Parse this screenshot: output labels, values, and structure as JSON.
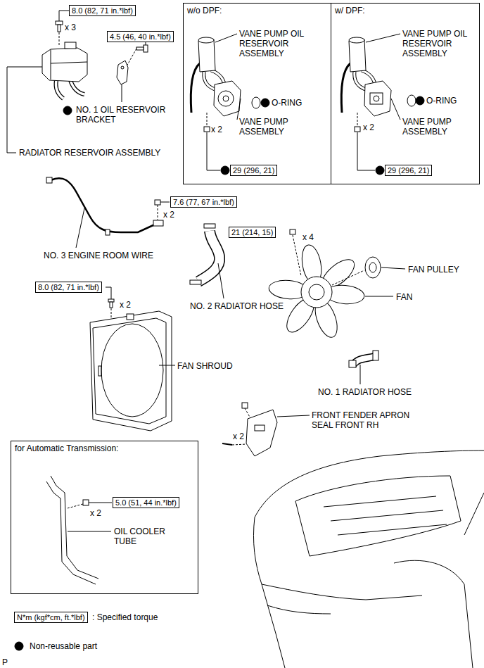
{
  "diagram": {
    "nodes": [
      {
        "text": [
          "8.0 (82, 71 in.*lbf)"
        ]
      },
      {
        "text": [
          "4.5 (46, 40 in.*lbf)"
        ]
      },
      {
        "text": [
          "w/o DPF:"
        ]
      },
      {
        "text": [
          "29 (296, 21)"
        ],
        "in": 2
      },
      {
        "text": [
          "w/ DPF:"
        ]
      },
      {
        "text": [
          "29 (296, 21)"
        ],
        "in": 4
      },
      {
        "text": [
          "7.6 (77, 67 in.*lbf)"
        ]
      },
      {
        "text": [
          "21 (214, 15)"
        ]
      },
      {
        "text": [
          "8.0 (82, 71 in.*lbf)"
        ]
      },
      {
        "text": [
          "for Automatic Transmission:"
        ]
      },
      {
        "text": [
          "5.0 (51, 44 in.*lbf)"
        ],
        "in": 9
      },
      {
        "text": [
          "N*m (kgf*cm, ft.*lbf)"
        ]
      }
    ],
    "labels": [
      "x 3",
      "NO. 1 OIL RESERVOIR BRACKET",
      "RADIATOR RESERVOIR ASSEMBLY",
      "VANE PUMP OIL RESERVOIR ASSEMBLY",
      "O-RING",
      "VANE PUMP ASSEMBLY",
      "x 2",
      "VANE PUMP OIL RESERVOIR ASSEMBLY",
      "O-RING",
      "VANE PUMP ASSEMBLY",
      "x 2",
      "x 2",
      "NO. 3 ENGINE ROOM WIRE",
      "x 4",
      "FAN PULLEY",
      "FAN",
      "NO. 2 RADIATOR HOSE",
      "x 2",
      "FAN SHROUD",
      "NO. 1 RADIATOR HOSE",
      "FRONT FENDER APRON SEAL FRONT RH",
      "x 2",
      "x 2",
      "OIL COOLER TUBE",
      "P"
    ],
    "legend": [
      {
        "text": ": Specified torque"
      },
      {
        "text": "Non-reusable part"
      }
    ]
  }
}
